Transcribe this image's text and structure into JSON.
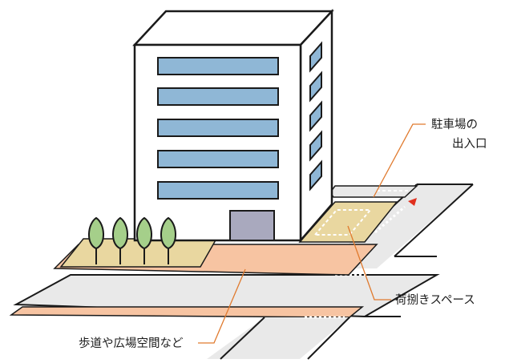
{
  "labels": {
    "parking_entrance_line1": "駐車場の",
    "parking_entrance_line2": "出入口",
    "loading_space": "荷捌きスペース",
    "sidewalk_plaza": "歩道や広場空間など"
  },
  "colors": {
    "building_face": "#ffffff",
    "building_side": "#ffffff",
    "window_fill": "#8fb7d6",
    "door_fill": "#a9a9be",
    "road_fill": "#e9e9e9",
    "sidewalk_fill": "#f7c4a2",
    "lot_fill": "#e9d7a0",
    "tree_fill": "#a5cf8a",
    "leader_line": "#e07a2e",
    "arrow_marker": "#e0301e",
    "outline": "#1a1a1a"
  },
  "icons": {
    "building": "office-building-icon",
    "tree": "tree-icon",
    "arrow": "entrance-arrow-icon"
  }
}
